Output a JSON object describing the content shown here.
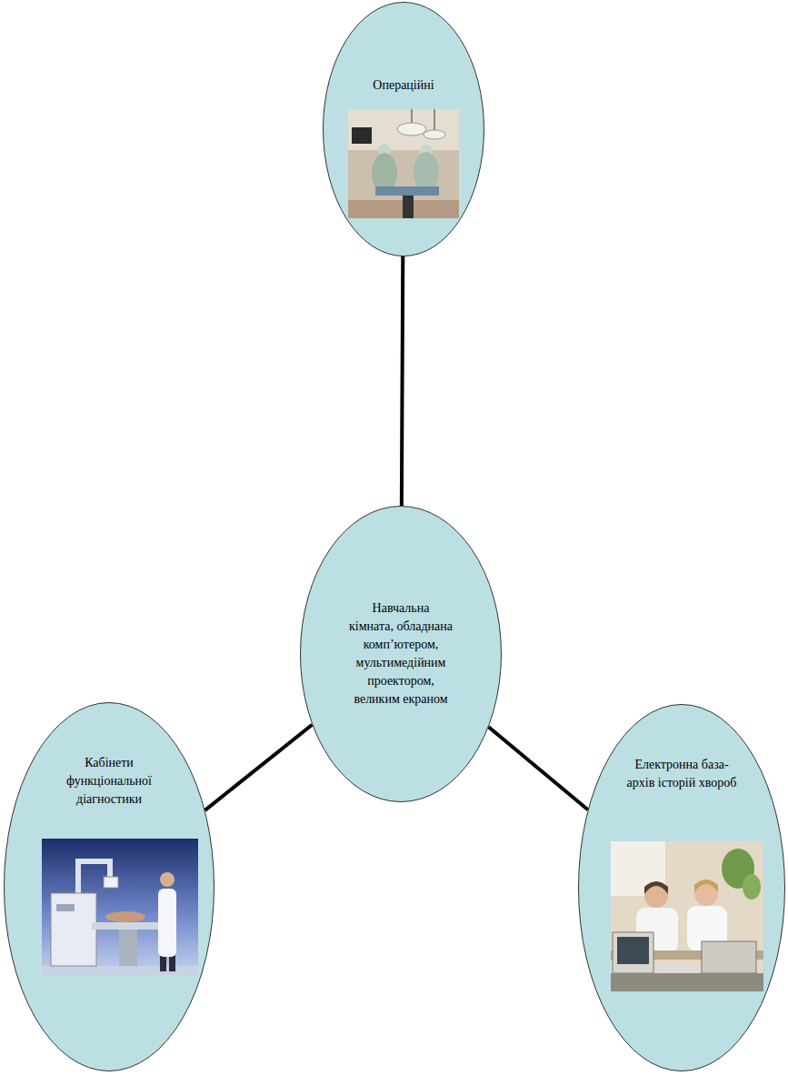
{
  "diagram": {
    "nodes": [
      {
        "text": [
          "Операційні"
        ]
      },
      {
        "text": [
          "Навчальна кімната, обладнана комп’ютером, мультимедійним проектором, великим екраном"
        ]
      },
      {
        "text": [
          "Кабінети функціональної діагностики"
        ]
      },
      {
        "text": [
          "Електронна база-архів історій хвороб"
        ]
      }
    ],
    "edges": [
      {
        "from": 1,
        "to": 0,
        "arrow": "none"
      },
      {
        "from": 1,
        "to": 2,
        "arrow": "none"
      },
      {
        "from": 1,
        "to": 3,
        "arrow": "none"
      }
    ]
  }
}
